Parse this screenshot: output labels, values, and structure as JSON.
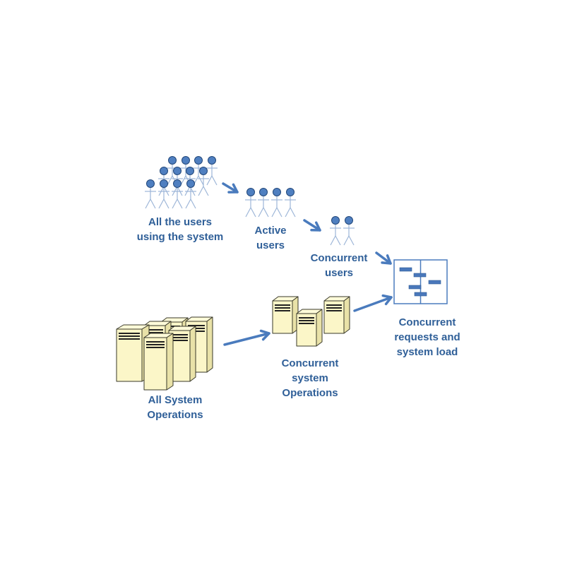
{
  "colors": {
    "label_text": "#2f5f98",
    "person_fill": "#4f7fc0",
    "person_stroke": "#23487a",
    "stick_line": "#9db6d8",
    "arrow": "#4a7bbd",
    "server_fill": "#fbf6c8",
    "server_stroke": "#3a3a2a",
    "box_stroke": "#4a7bbd",
    "bar_fill": "#4a78bb"
  },
  "icons": {
    "person": "stick-figure-icon",
    "server": "server-tower-icon",
    "system_load": "timeline-box-icon"
  },
  "labels": {
    "all_users": [
      "All the users",
      "using the system"
    ],
    "active_users": [
      "Active",
      "users"
    ],
    "concurrent_users": [
      "Concurrent",
      "users"
    ],
    "concurrent_requests": [
      "Concurrent",
      "requests and",
      "system load"
    ],
    "concurrent_operations": [
      "Concurrent",
      "system",
      "Operations"
    ],
    "all_operations": [
      "All System",
      "Operations"
    ]
  }
}
